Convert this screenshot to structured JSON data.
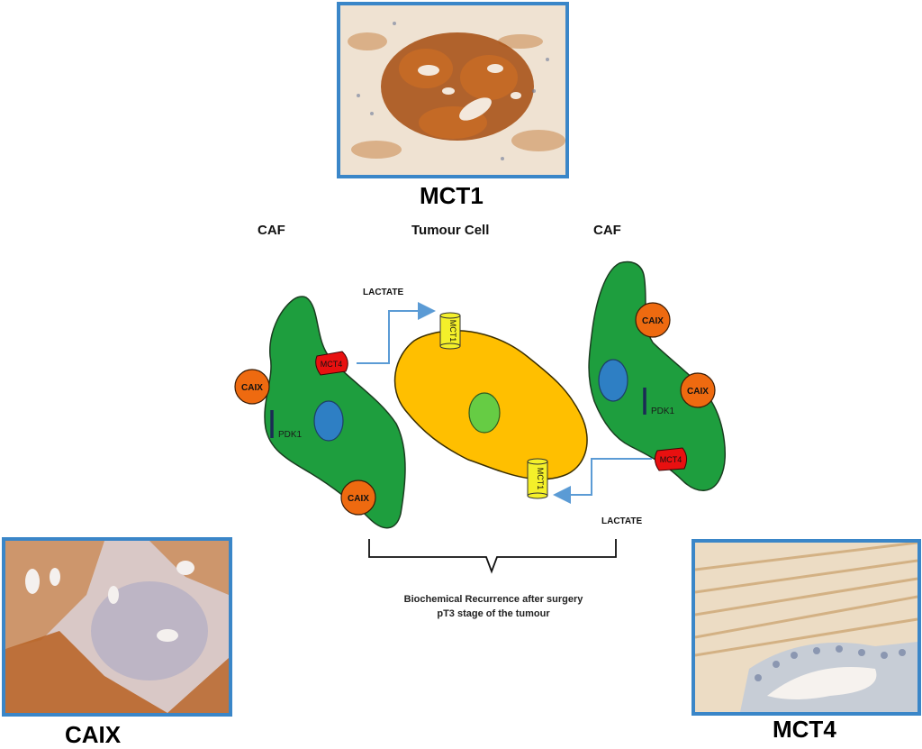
{
  "panels": {
    "mct1": {
      "title": "MCT1"
    },
    "caix": {
      "title": "CAIX"
    },
    "mct4": {
      "title": "MCT4"
    }
  },
  "labels": {
    "caf_left": "CAF",
    "tumour": "Tumour Cell",
    "caf_right": "CAF",
    "lactate_top": "LACTATE",
    "lactate_bottom": "LACTATE",
    "caix": "CAIX",
    "mct1": "MCT1",
    "mct4": "MCT4",
    "pdk1": "PDK1"
  },
  "footer": {
    "line1": "Biochemical Recurrence after surgery",
    "line2": "pT3 stage of the tumour"
  },
  "colors": {
    "caf_fill": "#1e9e3e",
    "tumour_fill": "#ffbf00",
    "nucleus_caf": "#2e7fc4",
    "nucleus_tumour": "#66cc44",
    "caix_fill": "#ee6a10",
    "mct4_fill": "#e81010",
    "mct1_fill": "#f4f02a",
    "arrow": "#5b9bd5",
    "panel_border": "#3a86c8"
  },
  "icons": [
    "up-arrow-icon",
    "lactate-arrow-icon"
  ]
}
